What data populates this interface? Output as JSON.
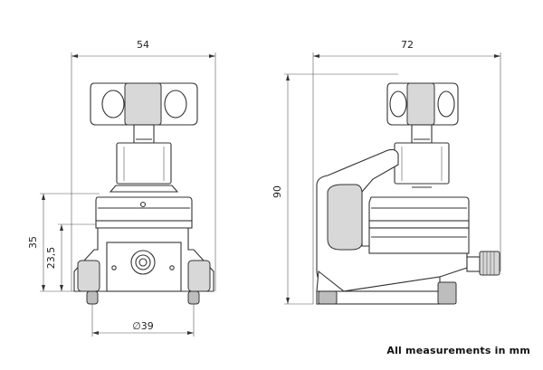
{
  "dimensions": {
    "front_width": "54",
    "side_width": "72",
    "side_height": "90",
    "front_height_35": "35",
    "front_height_23_5": "23,5",
    "front_diameter": "∅39"
  },
  "note": "All measurements in mm"
}
